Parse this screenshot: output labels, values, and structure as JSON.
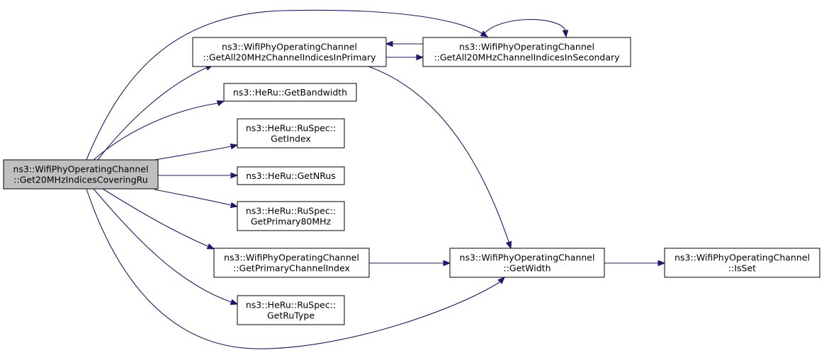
{
  "graph": {
    "nodes": [
      {
        "id": "root",
        "lines": [
          "ns3::WifiPhyOperatingChannel",
          "::Get20MHzIndicesCoveringRu"
        ],
        "highlight": true
      },
      {
        "id": "primary",
        "lines": [
          "ns3::WifiPhyOperatingChannel",
          "::GetAll20MHzChannelIndicesInPrimary"
        ]
      },
      {
        "id": "secondary",
        "lines": [
          "ns3::WifiPhyOperatingChannel",
          "::GetAll20MHzChannelIndicesInSecondary"
        ]
      },
      {
        "id": "bandwidth",
        "lines": [
          "ns3::HeRu::GetBandwidth"
        ]
      },
      {
        "id": "index",
        "lines": [
          "ns3::HeRu::RuSpec::",
          "GetIndex"
        ]
      },
      {
        "id": "nrus",
        "lines": [
          "ns3::HeRu::GetNRus"
        ]
      },
      {
        "id": "primary80",
        "lines": [
          "ns3::HeRu::RuSpec::",
          "GetPrimary80MHz"
        ]
      },
      {
        "id": "primaryindex",
        "lines": [
          "ns3::WifiPhyOperatingChannel",
          "::GetPrimaryChannelIndex"
        ]
      },
      {
        "id": "width",
        "lines": [
          "ns3::WifiPhyOperatingChannel",
          "::GetWidth"
        ]
      },
      {
        "id": "isset",
        "lines": [
          "ns3::WifiPhyOperatingChannel",
          "::IsSet"
        ]
      },
      {
        "id": "rutype",
        "lines": [
          "ns3::HeRu::RuSpec::",
          "GetRuType"
        ]
      }
    ],
    "edges": [
      {
        "from": "root",
        "to": "primary"
      },
      {
        "from": "root",
        "to": "secondary"
      },
      {
        "from": "root",
        "to": "bandwidth"
      },
      {
        "from": "root",
        "to": "index"
      },
      {
        "from": "root",
        "to": "nrus"
      },
      {
        "from": "root",
        "to": "primary80"
      },
      {
        "from": "root",
        "to": "primaryindex"
      },
      {
        "from": "root",
        "to": "rutype"
      },
      {
        "from": "root",
        "to": "width"
      },
      {
        "from": "primary",
        "to": "secondary"
      },
      {
        "from": "primary",
        "to": "width"
      },
      {
        "from": "secondary",
        "to": "primary"
      },
      {
        "from": "secondary",
        "to": "secondary"
      },
      {
        "from": "primaryindex",
        "to": "width"
      },
      {
        "from": "width",
        "to": "isset"
      }
    ]
  }
}
